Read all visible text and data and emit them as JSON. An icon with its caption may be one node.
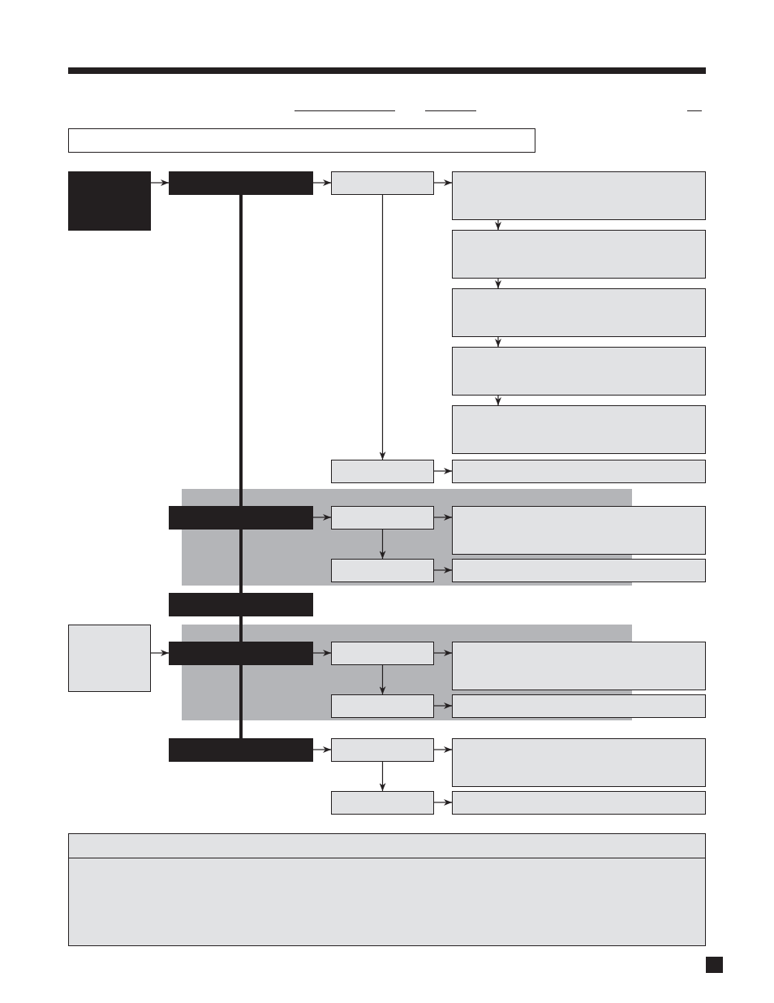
{
  "diagram": {
    "nodes": [
      {
        "text": [],
        "shape": "box"
      },
      {
        "text": [],
        "shape": "box"
      },
      {
        "text": [],
        "shape": "box"
      },
      {
        "text": [],
        "shape": "box"
      },
      {
        "text": [],
        "shape": "box"
      },
      {
        "text": [],
        "shape": "box"
      },
      {
        "text": [],
        "shape": "box"
      },
      {
        "text": [],
        "shape": "box"
      },
      {
        "text": [],
        "shape": "box"
      },
      {
        "text": [],
        "shape": "box"
      },
      {
        "text": [],
        "shape": "box"
      },
      {
        "text": [],
        "shape": "band"
      },
      {
        "text": [],
        "shape": "box"
      },
      {
        "text": [],
        "shape": "box",
        "in": 11
      },
      {
        "text": [],
        "shape": "box"
      },
      {
        "text": [],
        "shape": "box",
        "in": 11
      },
      {
        "text": [],
        "shape": "box"
      },
      {
        "text": [],
        "shape": "box"
      },
      {
        "text": [],
        "shape": "box"
      },
      {
        "text": [],
        "shape": "band"
      },
      {
        "text": [],
        "shape": "box"
      },
      {
        "text": [],
        "shape": "box",
        "in": 19
      },
      {
        "text": [],
        "shape": "box"
      },
      {
        "text": [],
        "shape": "box",
        "in": 19
      },
      {
        "text": [],
        "shape": "box"
      },
      {
        "text": [],
        "shape": "box"
      },
      {
        "text": [],
        "shape": "box"
      },
      {
        "text": [],
        "shape": "box"
      },
      {
        "text": [],
        "shape": "box"
      },
      {
        "text": [],
        "shape": "box"
      },
      {
        "text": [],
        "shape": "box"
      },
      {
        "text": [],
        "shape": "box"
      }
    ],
    "edges": [
      {
        "from": 1,
        "to": 2,
        "arrow": "to"
      },
      {
        "from": 2,
        "to": 3,
        "arrow": "to"
      },
      {
        "from": 3,
        "to": 4,
        "arrow": "to"
      },
      {
        "from": 4,
        "to": 5,
        "arrow": "to"
      },
      {
        "from": 5,
        "to": 6,
        "arrow": "to"
      },
      {
        "from": 6,
        "to": 7,
        "arrow": "to"
      },
      {
        "from": 7,
        "to": 8,
        "arrow": "to"
      },
      {
        "from": 3,
        "to": 9,
        "arrow": "to"
      },
      {
        "from": 9,
        "to": 10,
        "arrow": "to"
      },
      {
        "from": 2,
        "to": 12,
        "arrow": "none",
        "style": "thick"
      },
      {
        "from": 12,
        "to": 17,
        "arrow": "none",
        "style": "thick"
      },
      {
        "from": 17,
        "to": 20,
        "arrow": "none",
        "style": "thick"
      },
      {
        "from": 20,
        "to": 25,
        "arrow": "none",
        "style": "thick"
      },
      {
        "from": 12,
        "to": 13,
        "arrow": "to"
      },
      {
        "from": 13,
        "to": 14,
        "arrow": "to"
      },
      {
        "from": 13,
        "to": 15,
        "arrow": "to"
      },
      {
        "from": 15,
        "to": 16,
        "arrow": "to"
      },
      {
        "from": 18,
        "to": 20,
        "arrow": "to"
      },
      {
        "from": 20,
        "to": 21,
        "arrow": "to"
      },
      {
        "from": 21,
        "to": 22,
        "arrow": "to"
      },
      {
        "from": 21,
        "to": 23,
        "arrow": "to"
      },
      {
        "from": 23,
        "to": 24,
        "arrow": "to"
      },
      {
        "from": 25,
        "to": 26,
        "arrow": "to"
      },
      {
        "from": 26,
        "to": 27,
        "arrow": "to"
      },
      {
        "from": 26,
        "to": 28,
        "arrow": "to"
      },
      {
        "from": 28,
        "to": 29,
        "arrow": "to"
      }
    ]
  }
}
